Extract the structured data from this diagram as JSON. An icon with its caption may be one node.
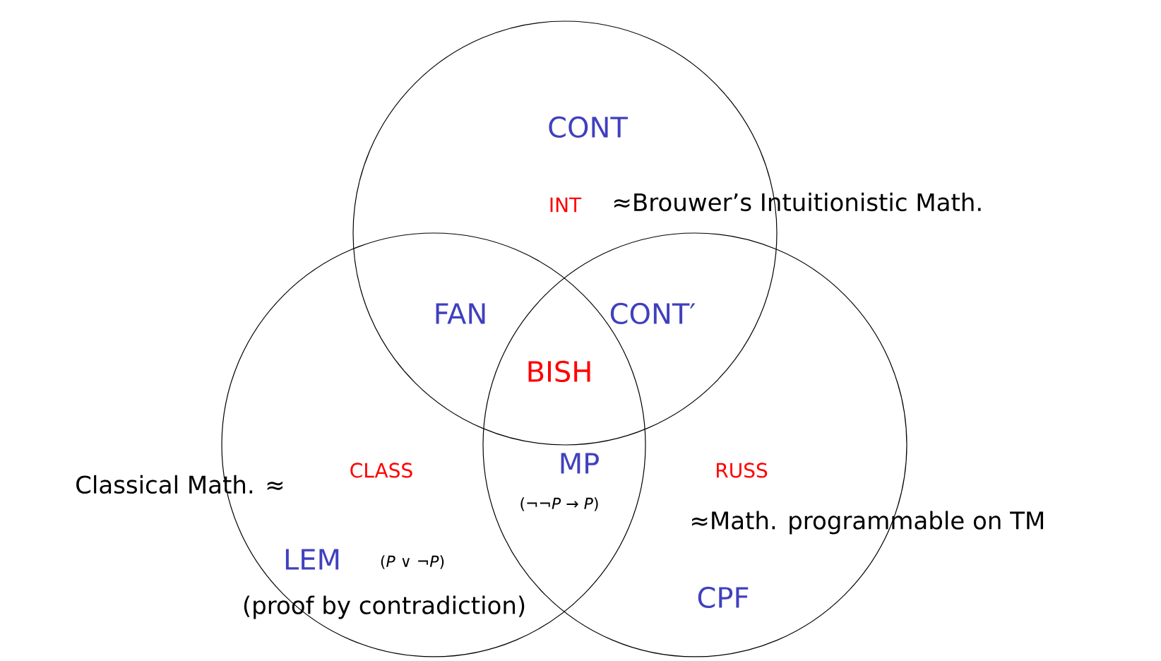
{
  "diagram": {
    "nodes": [
      {
        "text": [
          "INT"
        ]
      },
      {
        "text": [
          "CLASS"
        ]
      },
      {
        "text": [
          "RUSS"
        ]
      }
    ],
    "labels": [
      "CONT",
      "≈Brouwer’s Intuitionistic Math.",
      "FAN",
      "CONT′",
      "BISH",
      "Classical Math. ≈",
      "MP",
      "(¬¬*P* → *P*)",
      "≈Math. programmable on TM",
      "LEM",
      "(*P* ∨ ¬*P*)",
      "(proof by contradiction)",
      "CPF"
    ]
  }
}
